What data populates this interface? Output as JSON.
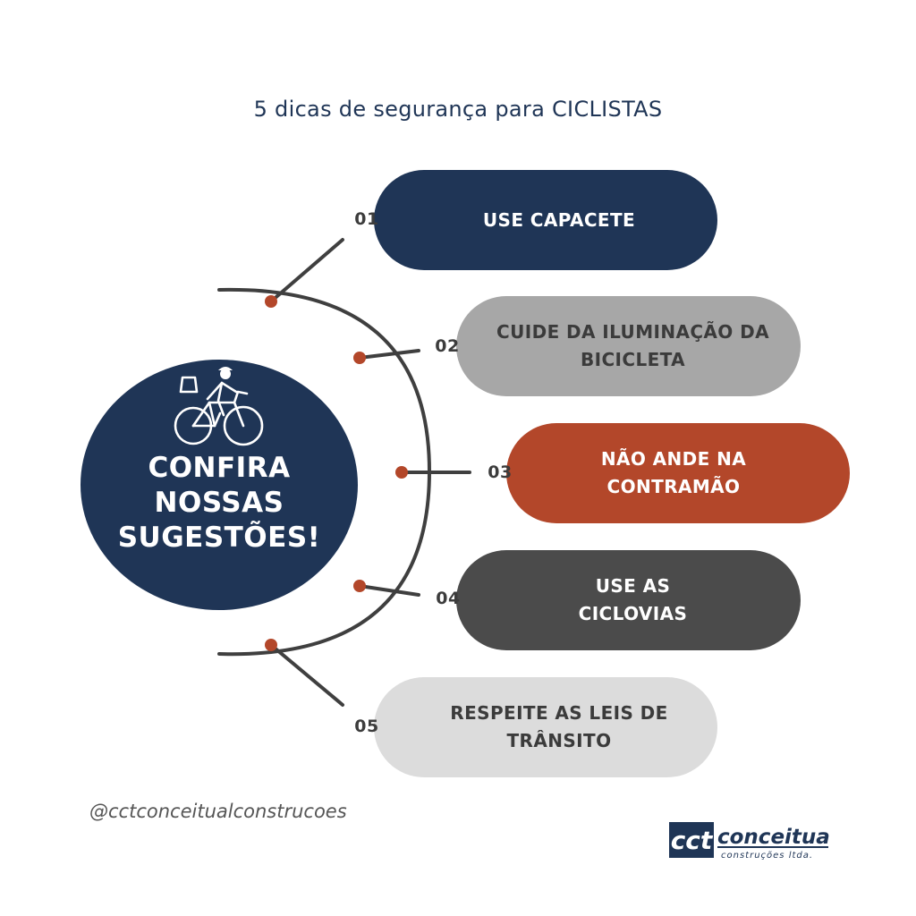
{
  "title": "5 dicas de segurança para CICLISTAS",
  "center": {
    "line1": "CONFIRA",
    "line2": "NOSSAS",
    "line3": "SUGESTÕES!",
    "icon": "cyclist-icon"
  },
  "tips": [
    {
      "number": "01",
      "line1": "USE CAPACETE",
      "line2": "",
      "bg": "#1f3556",
      "fg": "#ffffff"
    },
    {
      "number": "02",
      "line1": "CUIDE DA ILUMINAÇÃO DA",
      "line2": "BICICLETA",
      "bg": "#a7a7a7",
      "fg": "#3b3b3b"
    },
    {
      "number": "03",
      "line1": "NÃO ANDE NA",
      "line2": "CONTRAMÃO",
      "bg": "#b3472a",
      "fg": "#ffffff"
    },
    {
      "number": "04",
      "line1": "USE AS",
      "line2": "CICLOVIAS",
      "bg": "#4b4b4b",
      "fg": "#ffffff"
    },
    {
      "number": "05",
      "line1": "RESPEITE AS LEIS DE",
      "line2": "TRÂNSITO",
      "bg": "#dcdcdc",
      "fg": "#3b3b3b"
    }
  ],
  "colors": {
    "navy": "#1f3556",
    "dot": "#b3472a",
    "line": "#3f3f3f"
  },
  "handle": "@cctconceitualconstrucoes",
  "logo": {
    "mark": "cct",
    "name": "conceitual",
    "subtitle": "construções ltda."
  }
}
